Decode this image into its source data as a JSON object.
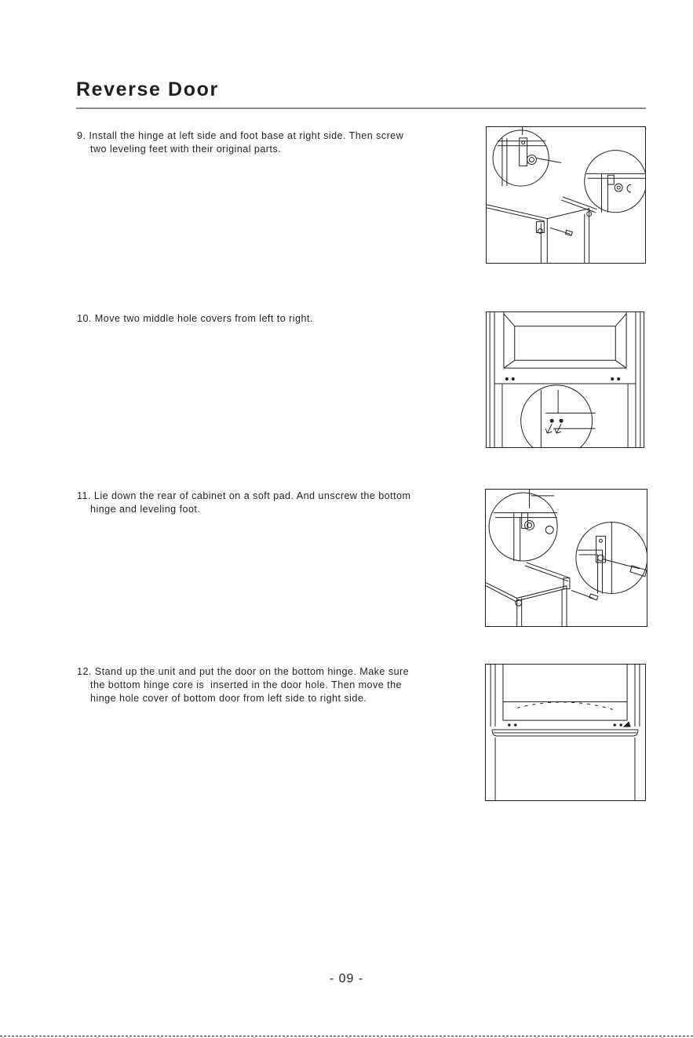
{
  "page": {
    "title": "Reverse Door",
    "page_number": "- 09 -"
  },
  "steps": [
    {
      "lines": [
        "9. Install the hinge at left side and foot base at right side. Then screw",
        "two leveling feet with their original parts."
      ],
      "figure_icon": "hinge-and-leveling-feet-install-illustration"
    },
    {
      "lines": [
        "10. Move two middle hole covers from left to right."
      ],
      "figure_icon": "middle-hole-covers-illustration"
    },
    {
      "lines": [
        "11. Lie down the rear of cabinet on a soft pad. And unscrew the bottom",
        "hinge and leveling foot."
      ],
      "figure_icon": "bottom-hinge-removal-illustration"
    },
    {
      "lines": [
        "12. Stand up the unit and put the door on the bottom hinge. Make sure",
        "the bottom hinge core is  inserted in the door hole. Then move the",
        "hinge hole cover of bottom door from left side to right side."
      ],
      "figure_icon": "door-on-bottom-hinge-illustration"
    }
  ]
}
